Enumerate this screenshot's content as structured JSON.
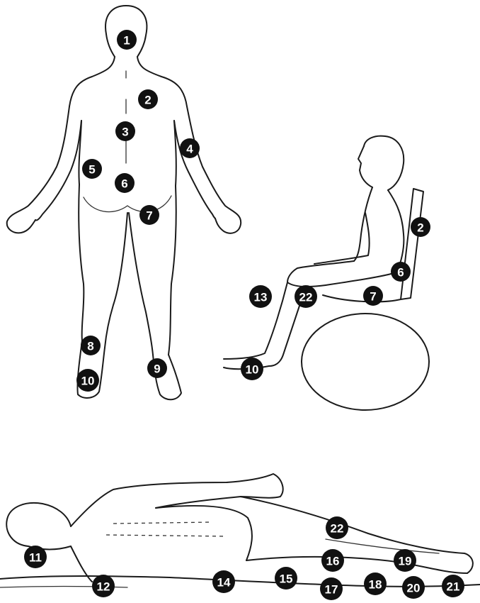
{
  "markers": [
    {
      "id": "standing-1",
      "label": "1"
    },
    {
      "id": "standing-2",
      "label": "2"
    },
    {
      "id": "standing-3",
      "label": "3"
    },
    {
      "id": "standing-4",
      "label": "4"
    },
    {
      "id": "standing-5",
      "label": "5"
    },
    {
      "id": "standing-6",
      "label": "6"
    },
    {
      "id": "standing-7",
      "label": "7"
    },
    {
      "id": "standing-8",
      "label": "8"
    },
    {
      "id": "standing-9",
      "label": "9"
    },
    {
      "id": "standing-10",
      "label": "10"
    },
    {
      "id": "seated-2",
      "label": "2"
    },
    {
      "id": "seated-6",
      "label": "6"
    },
    {
      "id": "seated-7",
      "label": "7"
    },
    {
      "id": "seated-13",
      "label": "13"
    },
    {
      "id": "seated-22",
      "label": "22"
    },
    {
      "id": "seated-10",
      "label": "10"
    },
    {
      "id": "lying-22",
      "label": "22"
    },
    {
      "id": "lying-11",
      "label": "11"
    },
    {
      "id": "lying-16",
      "label": "16"
    },
    {
      "id": "lying-19",
      "label": "19"
    },
    {
      "id": "lying-12",
      "label": "12"
    },
    {
      "id": "lying-14",
      "label": "14"
    },
    {
      "id": "lying-15",
      "label": "15"
    },
    {
      "id": "lying-17",
      "label": "17"
    },
    {
      "id": "lying-18",
      "label": "18"
    },
    {
      "id": "lying-20",
      "label": "20"
    },
    {
      "id": "lying-21",
      "label": "21"
    }
  ]
}
